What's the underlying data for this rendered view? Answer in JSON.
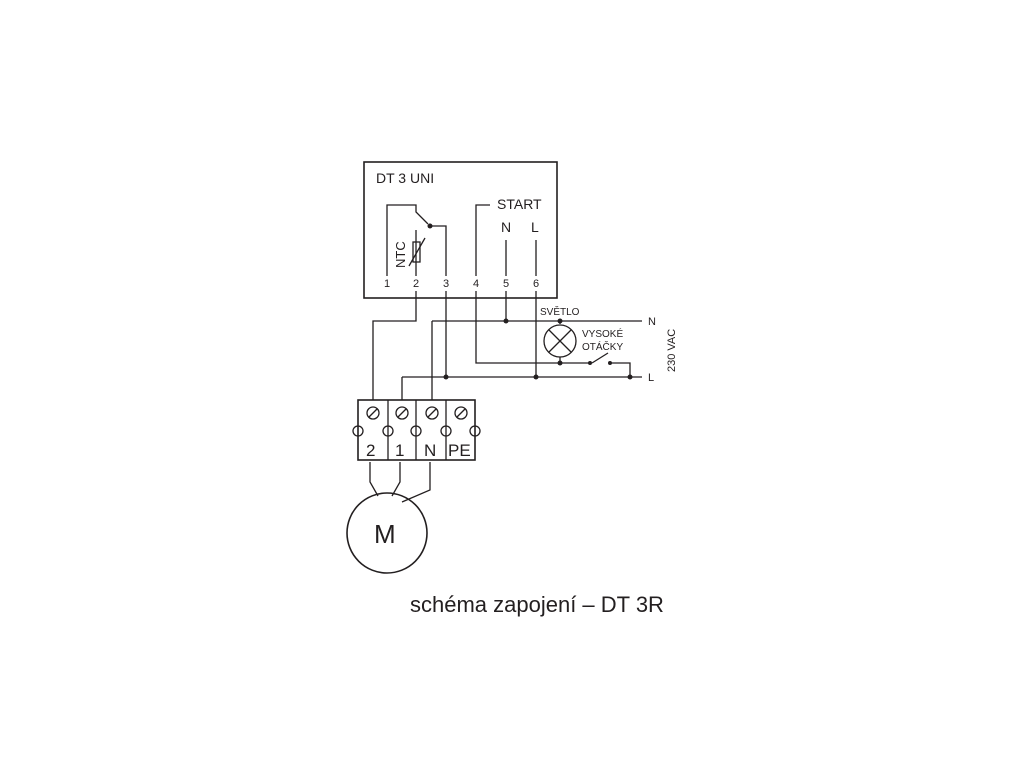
{
  "controller": {
    "name": "DT 3 UNI",
    "start_label": "START",
    "start_n": "N",
    "start_l": "L",
    "ntc_label": "NTC",
    "terminals": [
      "1",
      "2",
      "3",
      "4",
      "5",
      "6"
    ]
  },
  "supply": {
    "light_label": "SVĚTLO",
    "high_speed_label_line1": "VYSOKÉ",
    "high_speed_label_line2": "OTÁČKY",
    "line_n": "N",
    "line_l": "L",
    "voltage": "230 VAC"
  },
  "terminal_block": {
    "labels": [
      "2",
      "1",
      "N",
      "PE"
    ]
  },
  "motor": {
    "label": "M"
  },
  "caption": "schéma zapojení – DT 3R"
}
